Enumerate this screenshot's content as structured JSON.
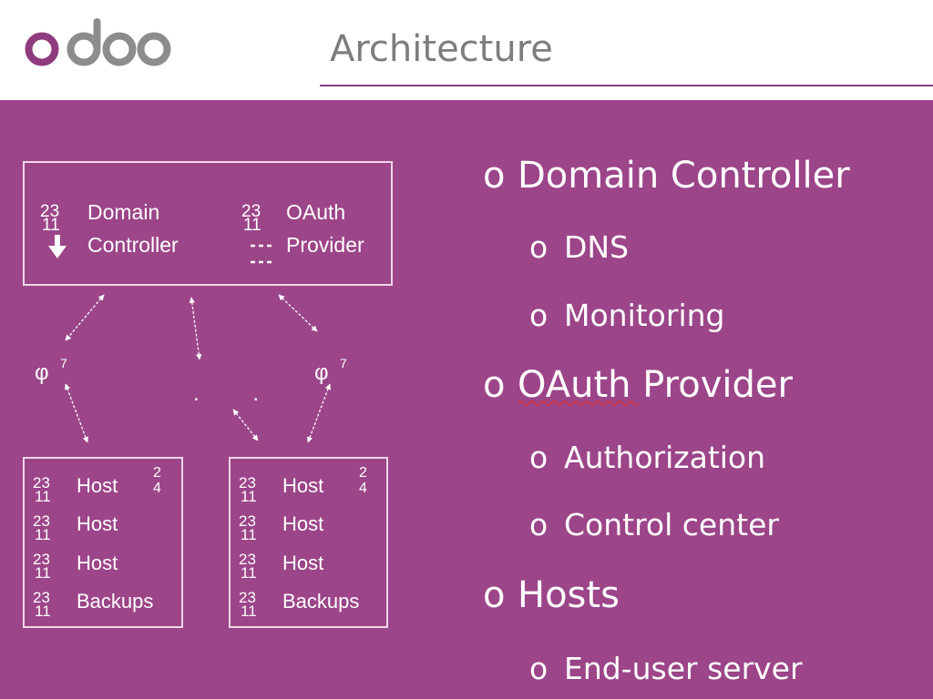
{
  "header": {
    "logo_text": "odoo",
    "title": "Architecture"
  },
  "colors": {
    "accent": "#9c4589",
    "logo_purple": "#8f3b7e",
    "logo_gray": "#8c8c8c",
    "title_gray": "#7d7d7d",
    "text_on_accent": "#ffffff"
  },
  "diagram": {
    "top_box": {
      "domain_badge": [
        "23",
        "11"
      ],
      "domain_label": [
        "Domain",
        "Controller"
      ],
      "oauth_badge": [
        "23",
        "11"
      ],
      "oauth_label": [
        "OAuth",
        "Provider"
      ]
    },
    "connectors": {
      "left_symbol": "φ",
      "left_superscript": "7",
      "right_symbol": "φ",
      "right_superscript": "7",
      "dots": ". ."
    },
    "host_boxes": [
      {
        "corner_mark": [
          "2",
          "4"
        ],
        "rows": [
          {
            "badge": [
              "23",
              "11"
            ],
            "label": "Host"
          },
          {
            "badge": [
              "23",
              "11"
            ],
            "label": "Host"
          },
          {
            "badge": [
              "23",
              "11"
            ],
            "label": "Host"
          },
          {
            "badge": [
              "23",
              "11"
            ],
            "label": "Backups"
          }
        ]
      },
      {
        "corner_mark": [
          "2",
          "4"
        ],
        "rows": [
          {
            "badge": [
              "23",
              "11"
            ],
            "label": "Host"
          },
          {
            "badge": [
              "23",
              "11"
            ],
            "label": "Host"
          },
          {
            "badge": [
              "23",
              "11"
            ],
            "label": "Host"
          },
          {
            "badge": [
              "23",
              "11"
            ],
            "label": "Backups"
          }
        ]
      }
    ]
  },
  "bullets": {
    "marker": "o",
    "items": [
      {
        "text": "Domain Controller",
        "children": [
          "DNS",
          "Monitoring"
        ]
      },
      {
        "text": "OAuth Provider",
        "children": [
          "Authorization",
          "Control center"
        ]
      },
      {
        "text": "Hosts",
        "children": [
          "End-user server"
        ]
      }
    ]
  }
}
